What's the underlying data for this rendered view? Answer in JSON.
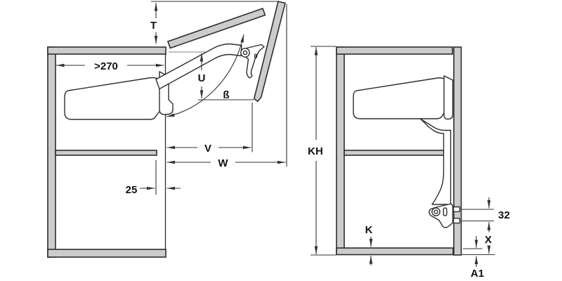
{
  "colors": {
    "bg": "#ffffff",
    "panel": "#cccccc",
    "line": "#2d2d2d",
    "dim": "#333333",
    "refgray": "#999999",
    "text": "#111111"
  },
  "left_view": {
    "labels": {
      "T": "T",
      "min_depth": ">270",
      "U": "U",
      "angle": "ß",
      "bracket_angle": "ß",
      "V": "V",
      "W": "W",
      "front_setback": "25"
    }
  },
  "right_view": {
    "labels": {
      "KH": "KH",
      "K": "K",
      "hole_spacing": "32",
      "X": "X",
      "A1": "A1"
    }
  }
}
